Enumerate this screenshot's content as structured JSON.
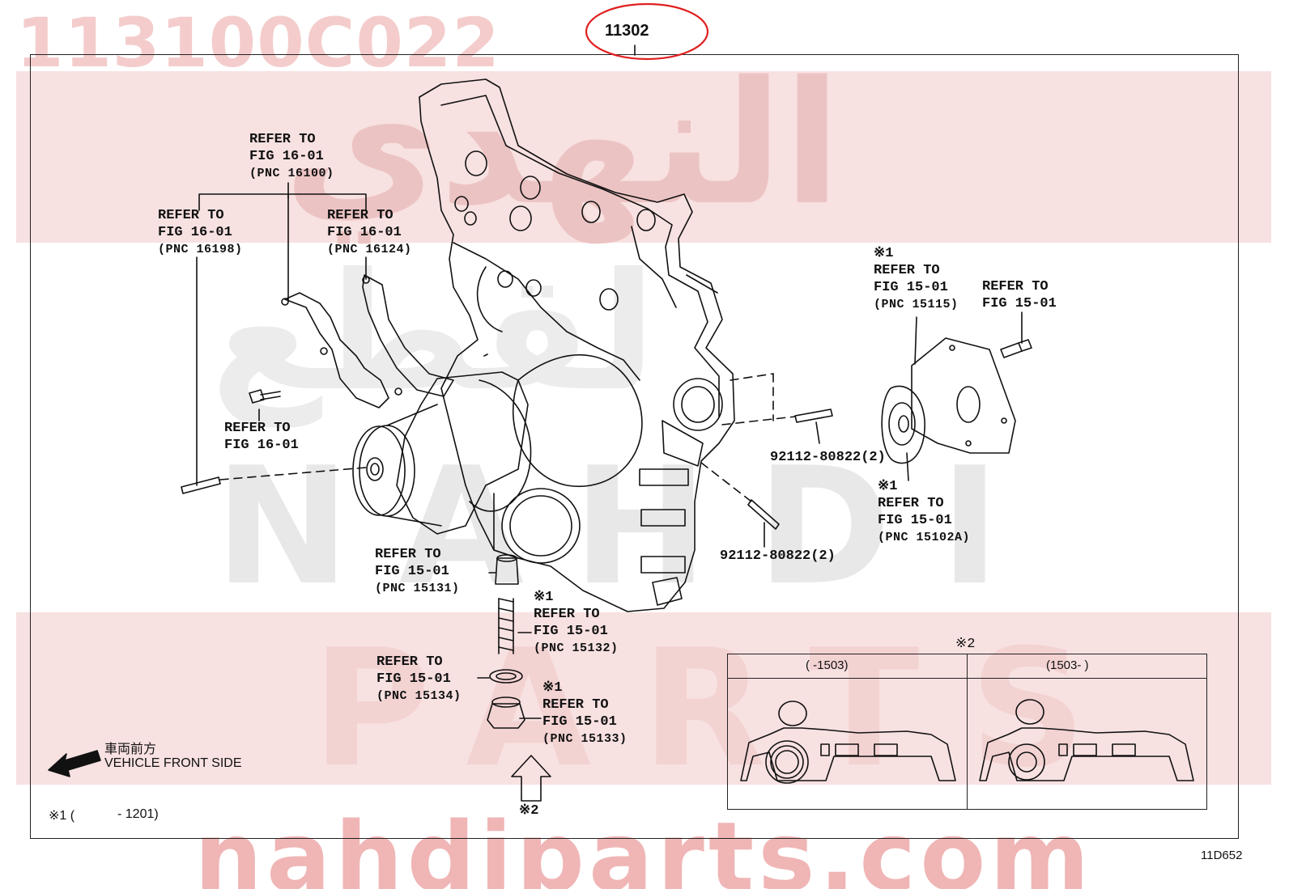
{
  "watermark": {
    "part_number": "113100C022",
    "arabic_line1": "النهدي",
    "arabic_line2": "لقطع",
    "brand_line1": "NAHDI",
    "brand_line2": "PARTS",
    "url": "nahdiparts.com",
    "color": "#f0b5b5"
  },
  "diagram": {
    "main_part_number": "11302",
    "diagram_code": "11D652",
    "highlight_color": "#e02020"
  },
  "callouts": {
    "refer_to": "REFER TO",
    "fig_16_01": "FIG 16-01",
    "fig_15_01": "FIG 15-01",
    "pnc_16100": "(PNC 16100)",
    "pnc_16198": "(PNC 16198)",
    "pnc_16124": "(PNC 16124)",
    "pnc_15115": "(PNC 15115)",
    "pnc_15102a": "(PNC 15102A)",
    "pnc_15131": "(PNC 15131)",
    "pnc_15132": "(PNC 15132)",
    "pnc_15134": "(PNC 15134)",
    "pnc_15133": "(PNC 15133)",
    "note_mark_1": "※1",
    "note_mark_2": "※2",
    "stud_1": "92112-80822(2)",
    "stud_2": "92112-80822(2)"
  },
  "legend": {
    "vehicle_front_jp": "車両前方",
    "vehicle_front_en": "VEHICLE FRONT SIDE",
    "footnote_mark": "※1 (",
    "footnote_value": "- 1201)"
  },
  "inset": {
    "mark": "※2",
    "left_header": "(        -1503)",
    "right_header": "(1503-        )"
  }
}
